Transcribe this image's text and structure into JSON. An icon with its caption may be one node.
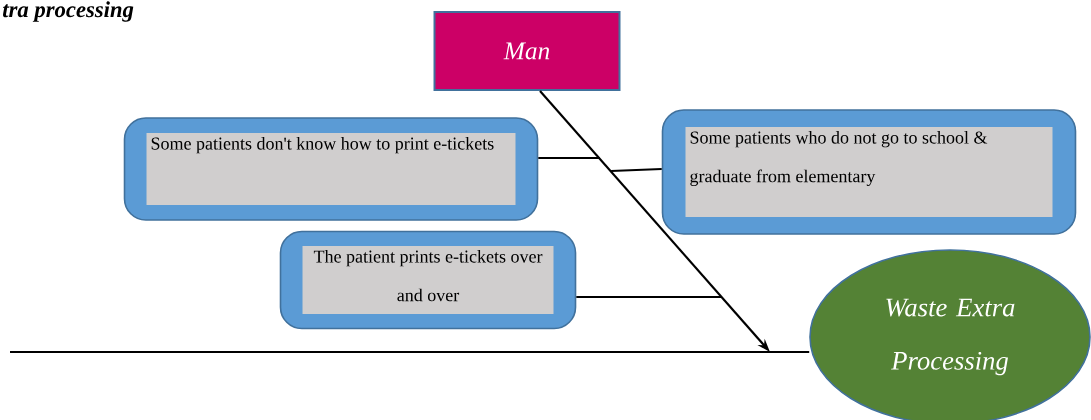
{
  "diagram": {
    "title": "tra processing",
    "nodes": [
      {
        "text": [
          "Man"
        ]
      },
      {
        "text": [
          "Some patients don't know how to print e-tickets"
        ]
      },
      {
        "text": [
          "Some patients who do not go to school & graduate from elementary"
        ]
      },
      {
        "text": [
          "The patient prints e-tickets over and over"
        ]
      },
      {
        "text": [
          "Waste Extra Processing"
        ]
      }
    ],
    "edges": [
      {
        "from": null,
        "to": 4,
        "arrow": "none"
      },
      {
        "from": 0,
        "to": null,
        "arrow": "to"
      },
      {
        "from": 1,
        "to": null,
        "arrow": "none"
      },
      {
        "from": 2,
        "to": null,
        "arrow": "none"
      },
      {
        "from": 3,
        "to": null,
        "arrow": "none"
      }
    ]
  }
}
